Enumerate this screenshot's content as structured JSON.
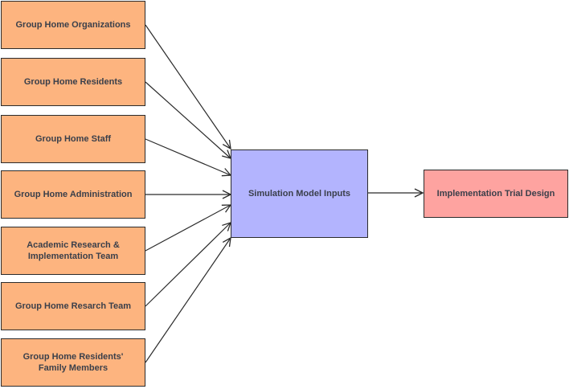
{
  "diagram": {
    "sources": [
      {
        "id": "org",
        "label": "Group Home Organizations"
      },
      {
        "id": "residents",
        "label": "Group Home Residents"
      },
      {
        "id": "staff",
        "label": "Group Home Staff"
      },
      {
        "id": "admin",
        "label": "Group Home Administration"
      },
      {
        "id": "academic",
        "label": "Academic Research & Implementation Team"
      },
      {
        "id": "research",
        "label": "Group Home Resarch Team"
      },
      {
        "id": "family",
        "label": "Group Home Residents' Family Members"
      }
    ],
    "center": {
      "label": "Simulation Model Inputs"
    },
    "output": {
      "label": "Implementation Trial Design"
    },
    "colors": {
      "source_fill": "#fdb47f",
      "center_fill": "#b3b4fe",
      "output_fill": "#fea3a0",
      "stroke": "#2b2b2b"
    }
  }
}
